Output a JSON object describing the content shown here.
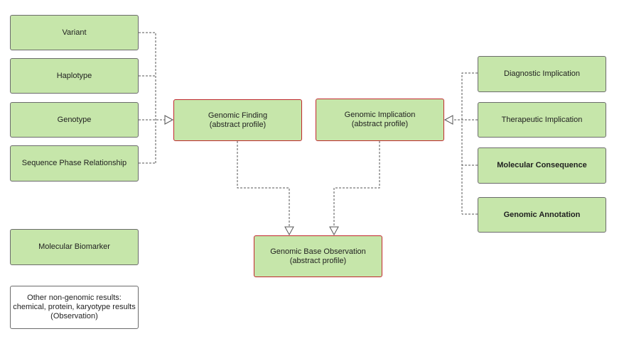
{
  "left_profiles": [
    {
      "id": "variant",
      "label": "Variant"
    },
    {
      "id": "haplotype",
      "label": "Haplotype"
    },
    {
      "id": "genotype",
      "label": "Genotype"
    },
    {
      "id": "sequence-phase-relationship",
      "label": "Sequence Phase Relationship"
    }
  ],
  "right_profiles": [
    {
      "id": "diagnostic-implication",
      "label": "Diagnostic Implication"
    },
    {
      "id": "therapeutic-implication",
      "label": "Therapeutic Implication"
    },
    {
      "id": "molecular-consequence",
      "label": "Molecular Consequence"
    },
    {
      "id": "genomic-annotation",
      "label": "Genomic Annotation"
    }
  ],
  "abstract_profiles": {
    "genomic_finding": "Genomic Finding\n(abstract profile)",
    "genomic_implication": "Genomic Implication\n(abstract profile)",
    "genomic_base_observation": "Genomic Base Observation\n(abstract profile)"
  },
  "standalone": {
    "molecular_biomarker": "Molecular Biomarker",
    "other_results": "Other non-genomic results:\nchemical, protein, karyotype results\n(Observation)"
  },
  "colors": {
    "box_fill": "#c6e6aa",
    "box_border": "#6b6b6b",
    "abstract_border": "#c0282d",
    "connector": "#555555"
  }
}
